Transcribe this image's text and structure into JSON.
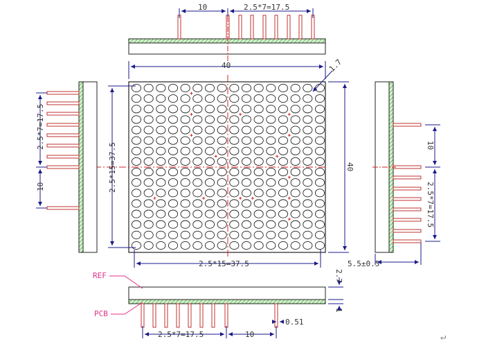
{
  "top_view": {
    "dim_left": "10",
    "dim_right": "2.5*7=17.5"
  },
  "front_view": {
    "width": "40",
    "height": "40",
    "corner_radius": "1.7",
    "pitch_vertical": "2.5*15=37.5",
    "pitch_horizontal": "2.5*15=37.5",
    "grid_rows": 16,
    "grid_cols": 16
  },
  "left_view": {
    "dim_top": "2.5*7=17.5",
    "dim_bottom": "10"
  },
  "right_view": {
    "dim_top": "10",
    "dim_bottom": "2.5*7=17.5",
    "dim_depth": "5.5±0.5"
  },
  "bottom_view": {
    "ref_label": "REF",
    "pcb_label": "PCB",
    "dim_height": "2.7",
    "dim_thickness": "1",
    "dim_pin": "0.51",
    "dim_left": "2.5*7=17.5",
    "dim_right": "10"
  },
  "return_glyph": "↵",
  "colors": {
    "hatch": "#40b040",
    "pin": "#c03030",
    "centerline": "#d02020",
    "dimension": "#1a1a8a",
    "outline": "#222222"
  }
}
